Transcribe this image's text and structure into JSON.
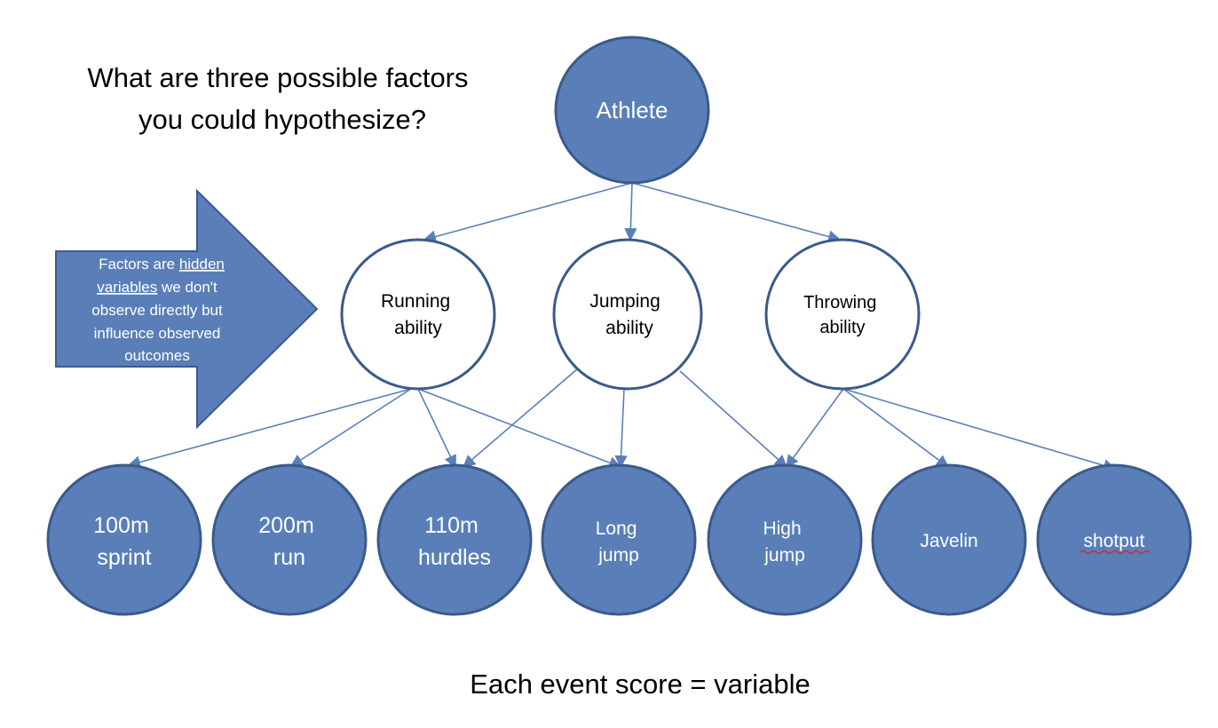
{
  "question": {
    "line1": "What are three possible factors",
    "line2": "you could hypothesize?"
  },
  "caption": "Each event score = variable",
  "note": {
    "line1_pre": "Factors are ",
    "line1_u": "hidden",
    "line2_u": "variables",
    "line2_post": " we don't",
    "line3": "observe directly but",
    "line4": "influence observed",
    "line5": "outcomes"
  },
  "nodes": {
    "athlete": {
      "label": "Athlete"
    },
    "running": {
      "line1": "Running",
      "line2": "ability"
    },
    "jumping": {
      "line1": "Jumping",
      "line2": "ability"
    },
    "throwing": {
      "line1": "Throwing",
      "line2": "ability"
    },
    "sprint100": {
      "line1": "100m",
      "line2": "sprint"
    },
    "run200": {
      "line1": "200m",
      "line2": "run"
    },
    "hurdles110": {
      "line1": "110m",
      "line2": "hurdles"
    },
    "longjump": {
      "line1": "Long",
      "line2": "jump"
    },
    "highjump": {
      "line1": "High",
      "line2": "jump"
    },
    "javelin": {
      "label": "Javelin"
    },
    "shotput": {
      "label": "shotput"
    }
  },
  "colors": {
    "node_fill": "#5a7fb8",
    "node_stroke": "#3b5a8c",
    "edge": "#5a7fb8",
    "note_fill": "#5a7fb8"
  }
}
